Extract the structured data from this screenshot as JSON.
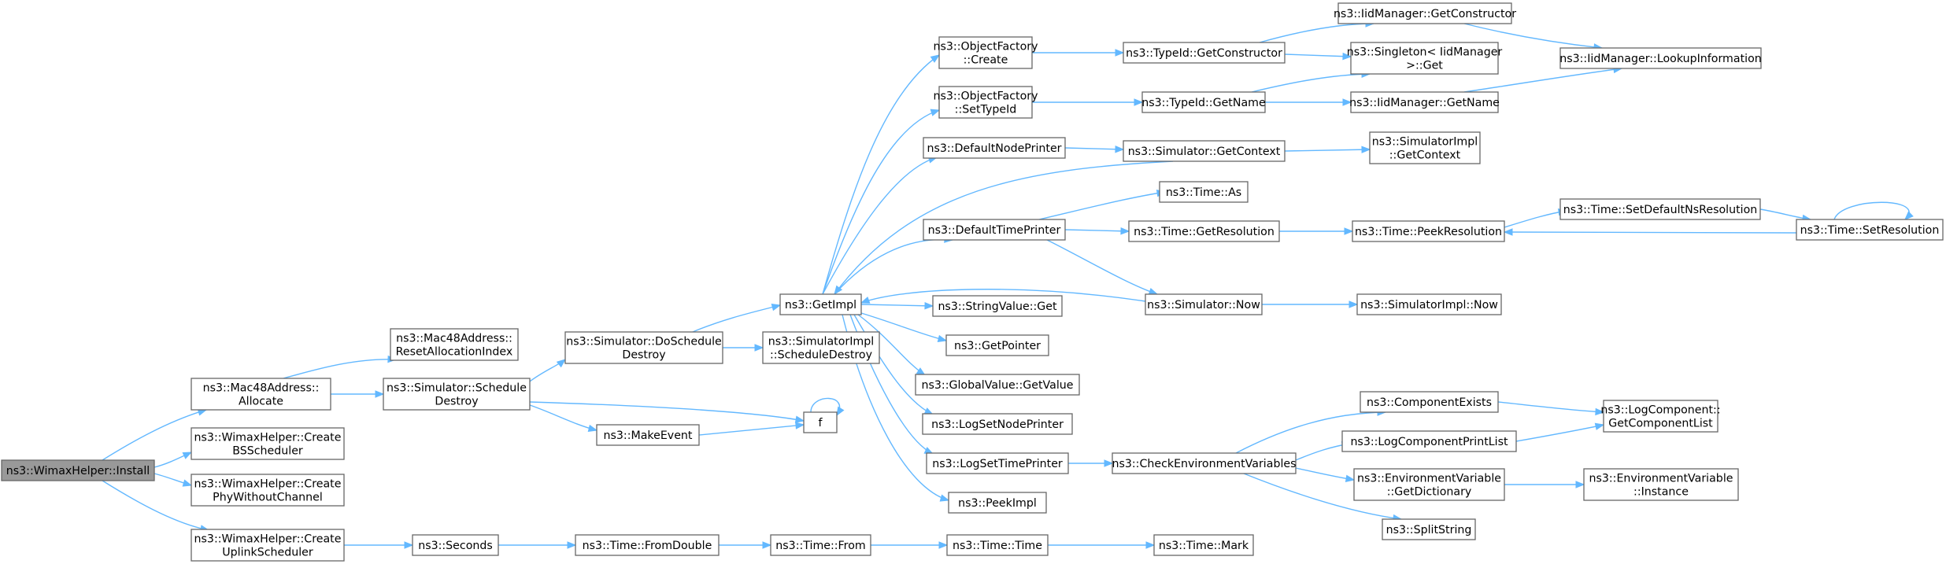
{
  "colors": {
    "edge": "#63b8ff",
    "node_border": "#666666",
    "root_fill": "#999999",
    "node_fill": "#ffffff"
  },
  "nodes": {
    "root": [
      "ns3::WimaxHelper::Install"
    ],
    "mac_alloc": [
      "ns3::Mac48Address::",
      "Allocate"
    ],
    "create_bs": [
      "ns3::WimaxHelper::Create",
      "BSScheduler"
    ],
    "create_phy": [
      "ns3::WimaxHelper::Create",
      "PhyWithoutChannel"
    ],
    "create_ul": [
      "ns3::WimaxHelper::Create",
      "UplinkScheduler"
    ],
    "mac_reset": [
      "ns3::Mac48Address::",
      "ResetAllocationIndex"
    ],
    "sim_sched_destroy": [
      "ns3::Simulator::Schedule",
      "Destroy"
    ],
    "seconds": [
      "ns3::Seconds"
    ],
    "sim_do_sched_destroy": [
      "ns3::Simulator::DoSchedule",
      "Destroy"
    ],
    "make_event": [
      "ns3::MakeEvent"
    ],
    "f": [
      "f"
    ],
    "time_from_double": [
      "ns3::Time::FromDouble"
    ],
    "get_impl": [
      "ns3::GetImpl"
    ],
    "simimpl_sched_destroy": [
      "ns3::SimulatorImpl",
      "::ScheduleDestroy"
    ],
    "time_from": [
      "ns3::Time::From"
    ],
    "of_create": [
      "ns3::ObjectFactory",
      "::Create"
    ],
    "of_settypeid": [
      "ns3::ObjectFactory",
      "::SetTypeId"
    ],
    "default_node_printer": [
      "ns3::DefaultNodePrinter"
    ],
    "default_time_printer": [
      "ns3::DefaultTimePrinter"
    ],
    "stringvalue_get": [
      "ns3::StringValue::Get"
    ],
    "get_pointer": [
      "ns3::GetPointer"
    ],
    "globalvalue_getvalue": [
      "ns3::GlobalValue::GetValue"
    ],
    "log_set_node_printer": [
      "ns3::LogSetNodePrinter"
    ],
    "log_set_time_printer": [
      "ns3::LogSetTimePrinter"
    ],
    "peek_impl": [
      "ns3::PeekImpl"
    ],
    "time_time": [
      "ns3::Time::Time"
    ],
    "typeid_get_constructor": [
      "ns3::TypeId::GetConstructor"
    ],
    "typeid_get_name": [
      "ns3::TypeId::GetName"
    ],
    "sim_get_context": [
      "ns3::Simulator::GetContext"
    ],
    "time_as": [
      "ns3::Time::As"
    ],
    "time_get_resolution": [
      "ns3::Time::GetResolution"
    ],
    "sim_now": [
      "ns3::Simulator::Now"
    ],
    "check_env_vars": [
      "ns3::CheckEnvironmentVariables"
    ],
    "time_mark": [
      "ns3::Time::Mark"
    ],
    "iid_get_constructor": [
      "ns3::IidManager::GetConstructor"
    ],
    "singleton_get": [
      "ns3::Singleton< IidManager",
      " >::Get"
    ],
    "iid_get_name": [
      "ns3::IidManager::GetName"
    ],
    "simimpl_get_context": [
      "ns3::SimulatorImpl",
      "::GetContext"
    ],
    "time_peek_resolution": [
      "ns3::Time::PeekResolution"
    ],
    "simimpl_now": [
      "ns3::SimulatorImpl::Now"
    ],
    "component_exists": [
      "ns3::ComponentExists"
    ],
    "log_component_print_list": [
      "ns3::LogComponentPrintList"
    ],
    "env_get_dictionary": [
      "ns3::EnvironmentVariable",
      "::GetDictionary"
    ],
    "split_string": [
      "ns3::SplitString"
    ],
    "iid_lookup_information": [
      "ns3::IidManager::LookupInformation"
    ],
    "time_set_default_ns_resolution": [
      "ns3::Time::SetDefaultNsResolution"
    ],
    "log_component_get_component_list": [
      "ns3::LogComponent::",
      "GetComponentList"
    ],
    "env_instance": [
      "ns3::EnvironmentVariable",
      "::Instance"
    ],
    "time_set_resolution": [
      "ns3::Time::SetResolution"
    ]
  }
}
